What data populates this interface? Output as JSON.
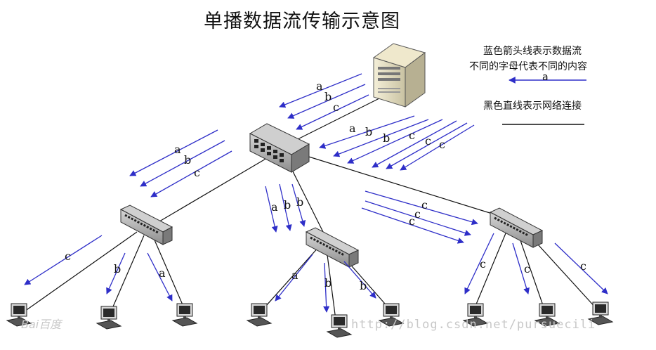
{
  "title": "单播数据流传输示意图",
  "legend": {
    "blue_line_1": "蓝色箭头线表示数据流",
    "blue_line_2": "不同的字母代表不同的内容",
    "sample_letter": "a",
    "black_line": "黑色直线表示网络连接"
  },
  "watermark": "http://blog.csdn.net/pursuecili",
  "logo": "Bai百度",
  "colors": {
    "flow": "#2e2ec8",
    "link": "#111111"
  },
  "flows": {
    "server_to_core": [
      "a",
      "b",
      "c"
    ],
    "core_to_right_group": [
      "a",
      "b",
      "b",
      "c",
      "c",
      "c"
    ],
    "core_to_left_switch": [
      "a",
      "b",
      "c"
    ],
    "core_to_middle_switch": [
      "a",
      "b",
      "b"
    ],
    "core_to_right_switch": [
      "c",
      "c",
      "c"
    ],
    "left_switch_to_pcs": [
      "c",
      "b",
      "a"
    ],
    "middle_switch_to_pcs": [
      "a",
      "b",
      "b"
    ],
    "right_switch_to_pcs": [
      "c",
      "c",
      "c"
    ]
  }
}
